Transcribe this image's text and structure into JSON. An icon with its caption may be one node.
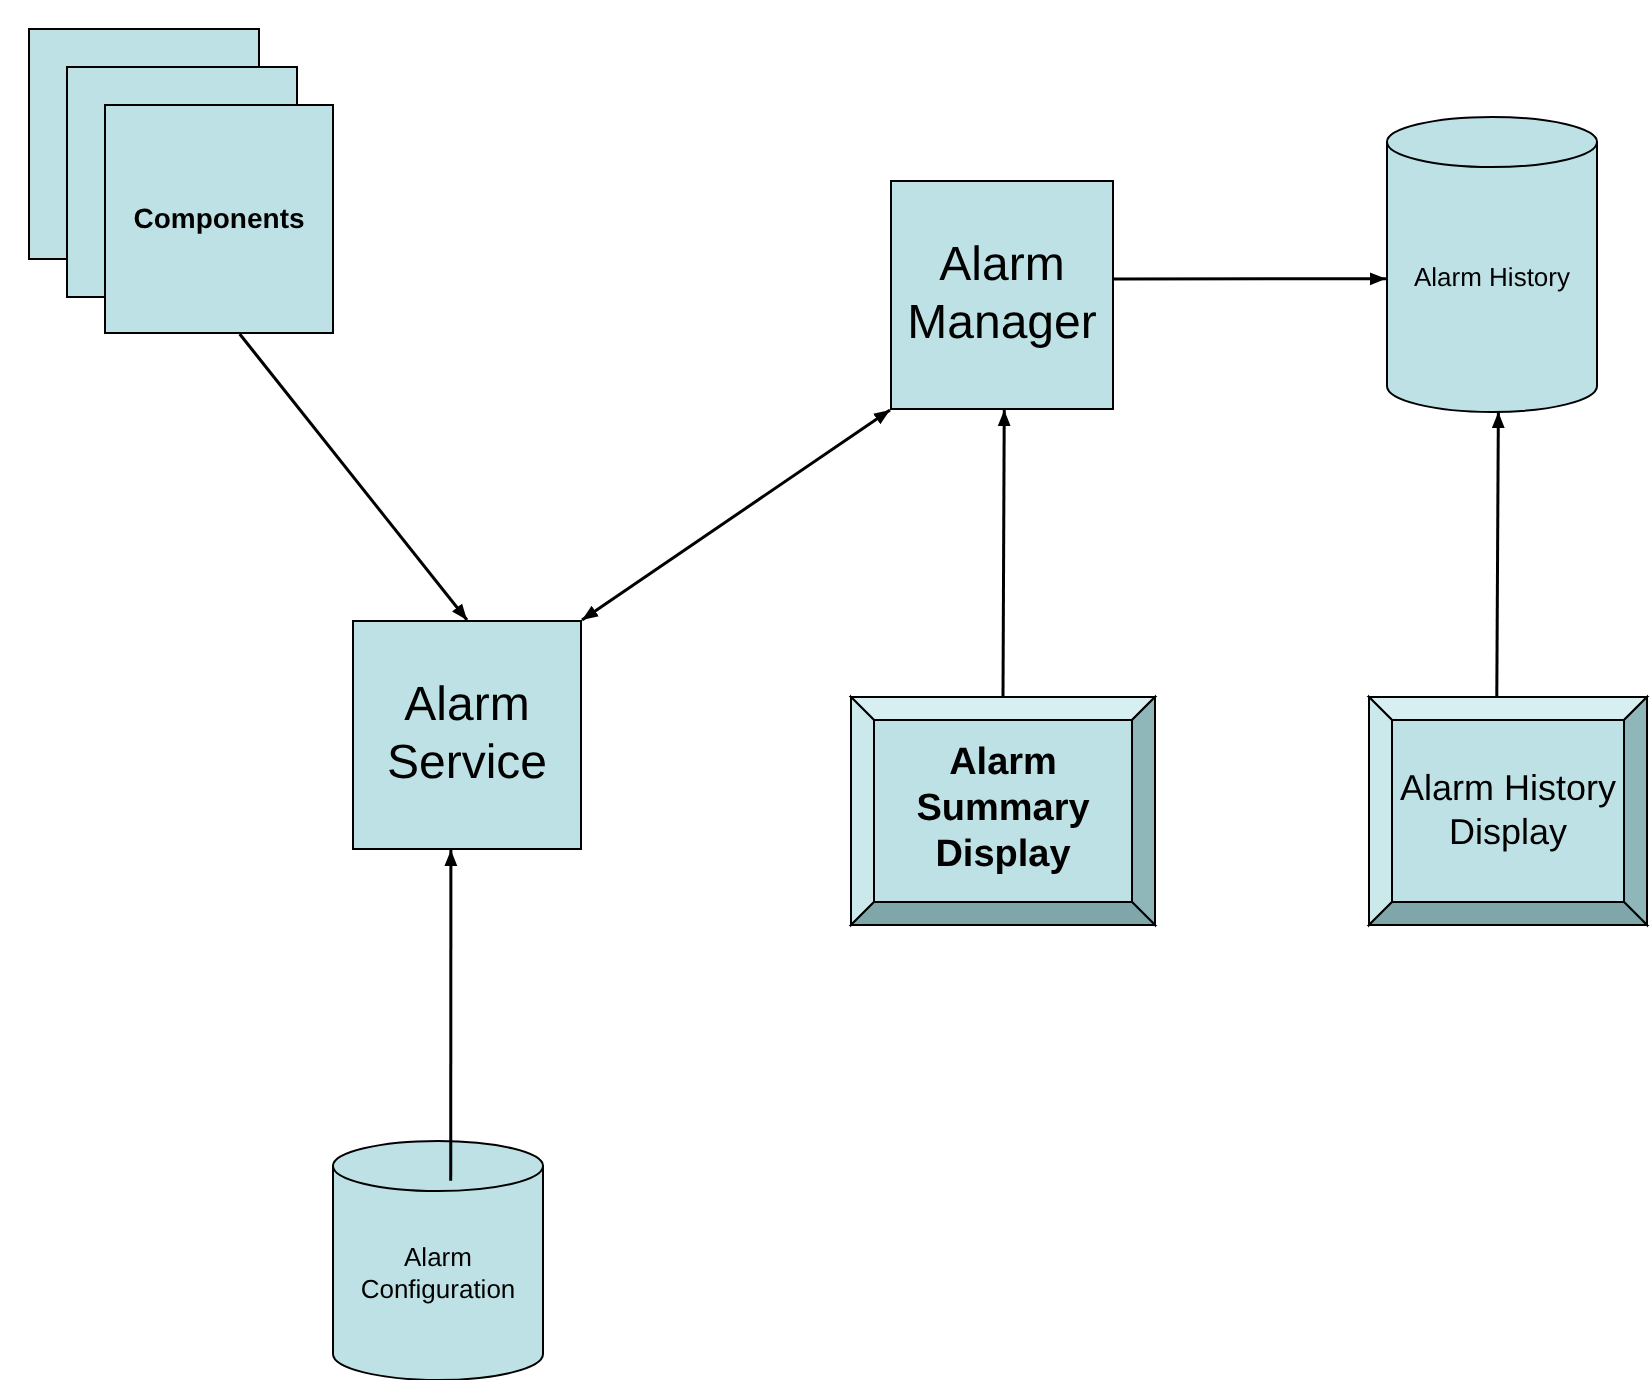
{
  "diagram": {
    "nodes": [
      {
        "text": [
          "Components"
        ]
      },
      {
        "text": [
          "Alarm Manager"
        ]
      },
      {
        "text": [
          "Alarm History"
        ]
      },
      {
        "text": [
          "Alarm Service"
        ]
      },
      {
        "text": [
          "Alarm Summary Display"
        ]
      },
      {
        "text": [
          "Alarm History Display"
        ]
      },
      {
        "text": [
          "Alarm Configuration"
        ]
      }
    ],
    "edges": [
      {
        "from": 0,
        "to": 3,
        "arrow": "to"
      },
      {
        "from": 3,
        "to": 1,
        "arrow": "both"
      },
      {
        "from": 1,
        "to": 2,
        "arrow": "to"
      },
      {
        "from": 4,
        "to": 1,
        "arrow": "to"
      },
      {
        "from": 5,
        "to": 2,
        "arrow": "to"
      },
      {
        "from": 6,
        "to": 3,
        "arrow": "to"
      }
    ]
  }
}
